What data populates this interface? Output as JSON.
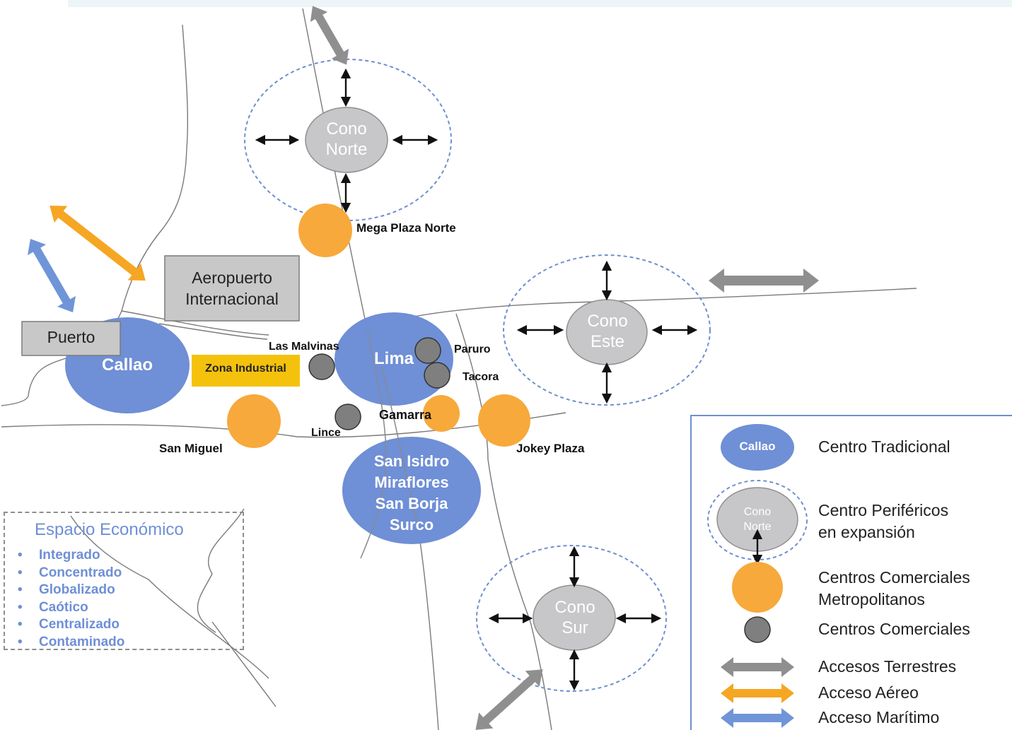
{
  "map": {
    "nodes": {
      "cono_norte": "Cono\nNorte",
      "cono_este": "Cono\nEste",
      "cono_sur": "Cono\nSur",
      "lima": "Lima",
      "callao": "Callao",
      "san_isidro": "San Isidro\nMiraflores\nSan Borja\nSurco"
    },
    "boxes": {
      "aeropuerto": "Aeropuerto\nInternacional",
      "puerto": "Puerto",
      "zona_industrial": "Zona Industrial"
    },
    "labels": {
      "mega_plaza": "Mega Plaza Norte",
      "las_malvinas": "Las Malvinas",
      "paruro": "Paruro",
      "tacora": "Tacora",
      "gamarra": "Gamarra",
      "lince": "Lince",
      "san_miguel": "San Miguel",
      "jokey_plaza": "Jokey Plaza"
    }
  },
  "economic_space": {
    "title": "Espacio Económico",
    "items": [
      "Integrado",
      "Concentrado",
      "Globalizado",
      "Caótico",
      "Centralizado",
      "Contaminado"
    ]
  },
  "legend": {
    "sample_callao": "Callao",
    "sample_cono": "Cono\nNorte",
    "items": [
      {
        "label": "Centro Tradicional"
      },
      {
        "label": "Centro Periféricos\nen expansión"
      },
      {
        "label": "Centros Comerciales\nMetropolitanos"
      },
      {
        "label": "Centros Comerciales"
      },
      {
        "label": "Accesos Terrestres"
      },
      {
        "label": "Acceso Aéreo"
      },
      {
        "label": "Acceso Marítimo"
      }
    ]
  },
  "colors": {
    "blue_center": "#6f8fd6",
    "grey_center": "#c7c7c9",
    "orange_center": "#f7a93b",
    "dark_grey_center": "#7f7f7f",
    "terrestre": "#8f8f8f",
    "aereo": "#f5a623",
    "maritimo": "#6f95d8",
    "yellow_box": "#f4c20d",
    "gray_box": "#c8c8c8"
  }
}
